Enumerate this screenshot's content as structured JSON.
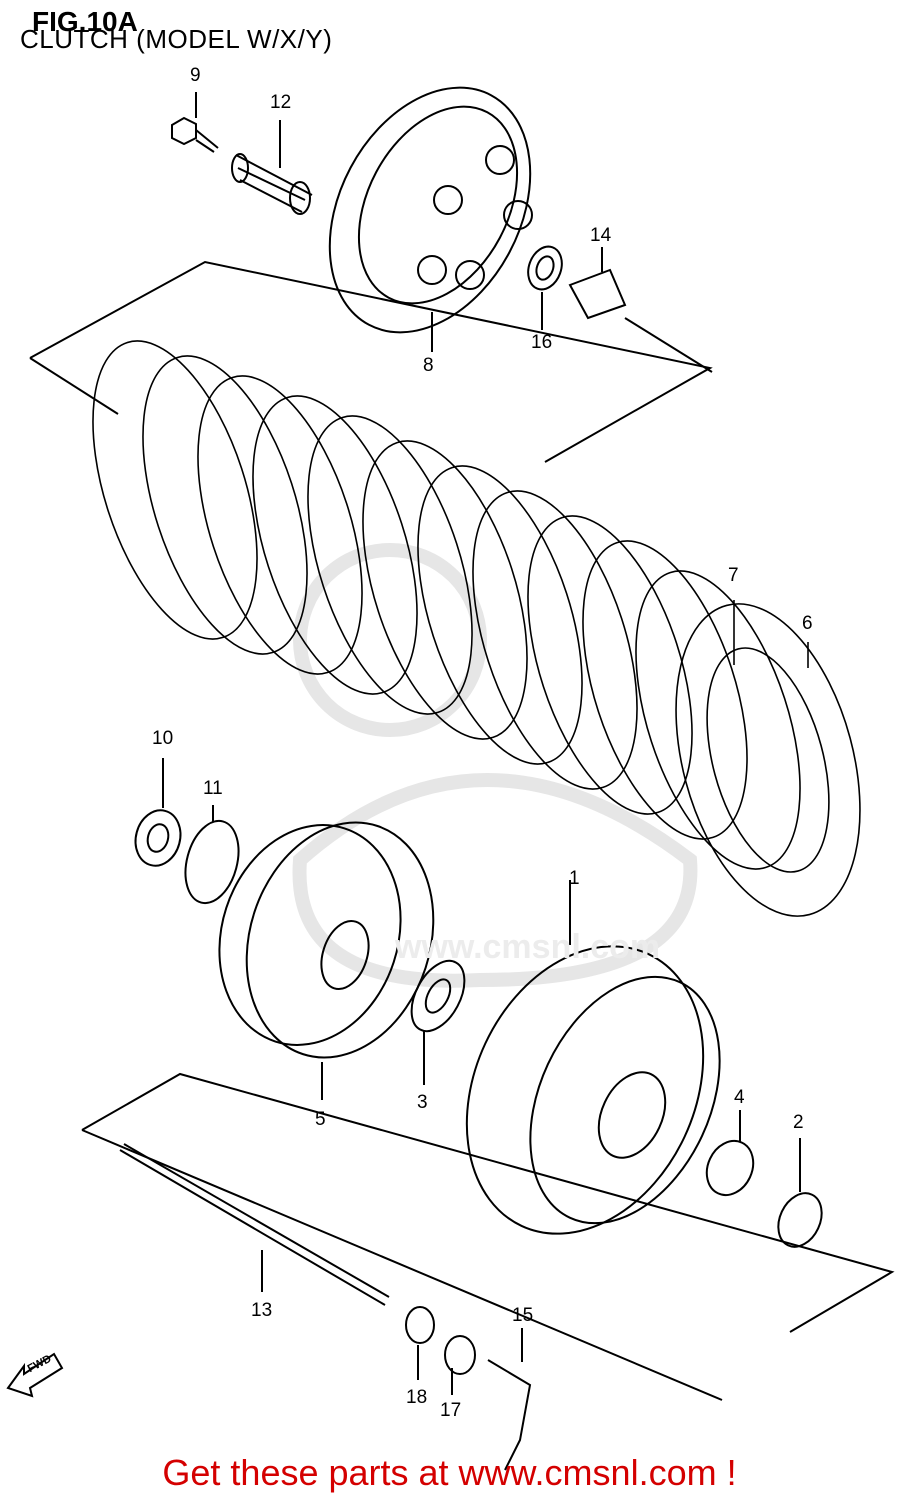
{
  "figure": {
    "title": "FIG.10A",
    "subtitle": "CLUTCH (MODEL W/X/Y)"
  },
  "watermark": {
    "text": "www.cmsnl.com",
    "logo": "CMS"
  },
  "fwd_label": "FWD",
  "callouts": {
    "p1": "1",
    "p2": "2",
    "p3": "3",
    "p4": "4",
    "p5": "5",
    "p6": "6",
    "p7": "7",
    "p8": "8",
    "p9": "9",
    "p10": "10",
    "p11": "11",
    "p12": "12",
    "p13": "13",
    "p14": "14",
    "p15": "15",
    "p16": "16",
    "p17": "17",
    "p18": "18"
  },
  "footer": {
    "text": "Get these parts at www.cmsnl.com !"
  },
  "colors": {
    "line": "#000000",
    "footer": "#d40000",
    "watermark": "#e6e6e6"
  }
}
